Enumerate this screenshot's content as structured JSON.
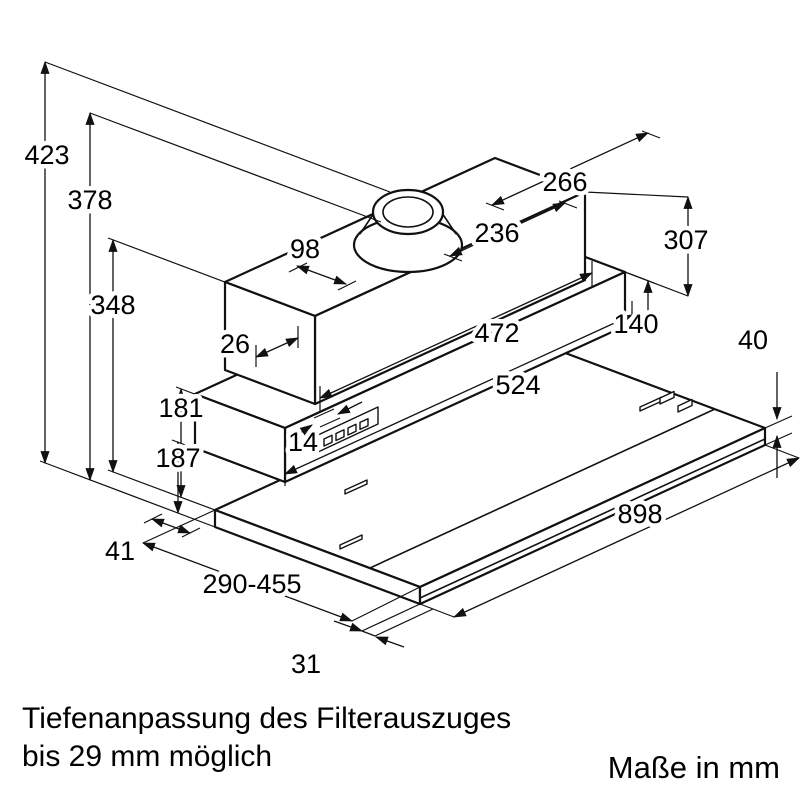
{
  "diagram": {
    "dims": {
      "d423": "423",
      "d378": "378",
      "d348": "348",
      "d181": "181",
      "d187": "187",
      "d41": "41",
      "d26": "26",
      "d14": "14",
      "d98": "98",
      "d236": "236",
      "d266": "266",
      "d307": "307",
      "d472": "472",
      "d140": "140",
      "d524": "524",
      "d40": "40",
      "d898": "898",
      "d290_455": "290-455",
      "d31": "31"
    },
    "captions": {
      "note_line1": "Tiefenanpassung des Filterauszuges",
      "note_line2": "bis 29 mm möglich",
      "units": "Maße in mm"
    },
    "colors": {
      "line": "#111111",
      "background": "#ffffff"
    }
  }
}
